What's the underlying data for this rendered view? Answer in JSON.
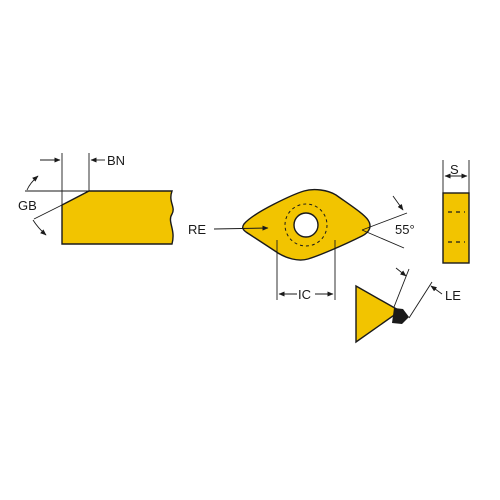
{
  "diagram": {
    "labels": {
      "bn": "BN",
      "gb": "GB",
      "re": "RE",
      "angle": "55°",
      "ic": "IC",
      "s": "S",
      "le": "LE"
    },
    "colors": {
      "insert_fill": "#f2c400",
      "outline": "#1a1a1a",
      "edge_prep": "#1a1a1a",
      "background": "#ffffff"
    }
  }
}
